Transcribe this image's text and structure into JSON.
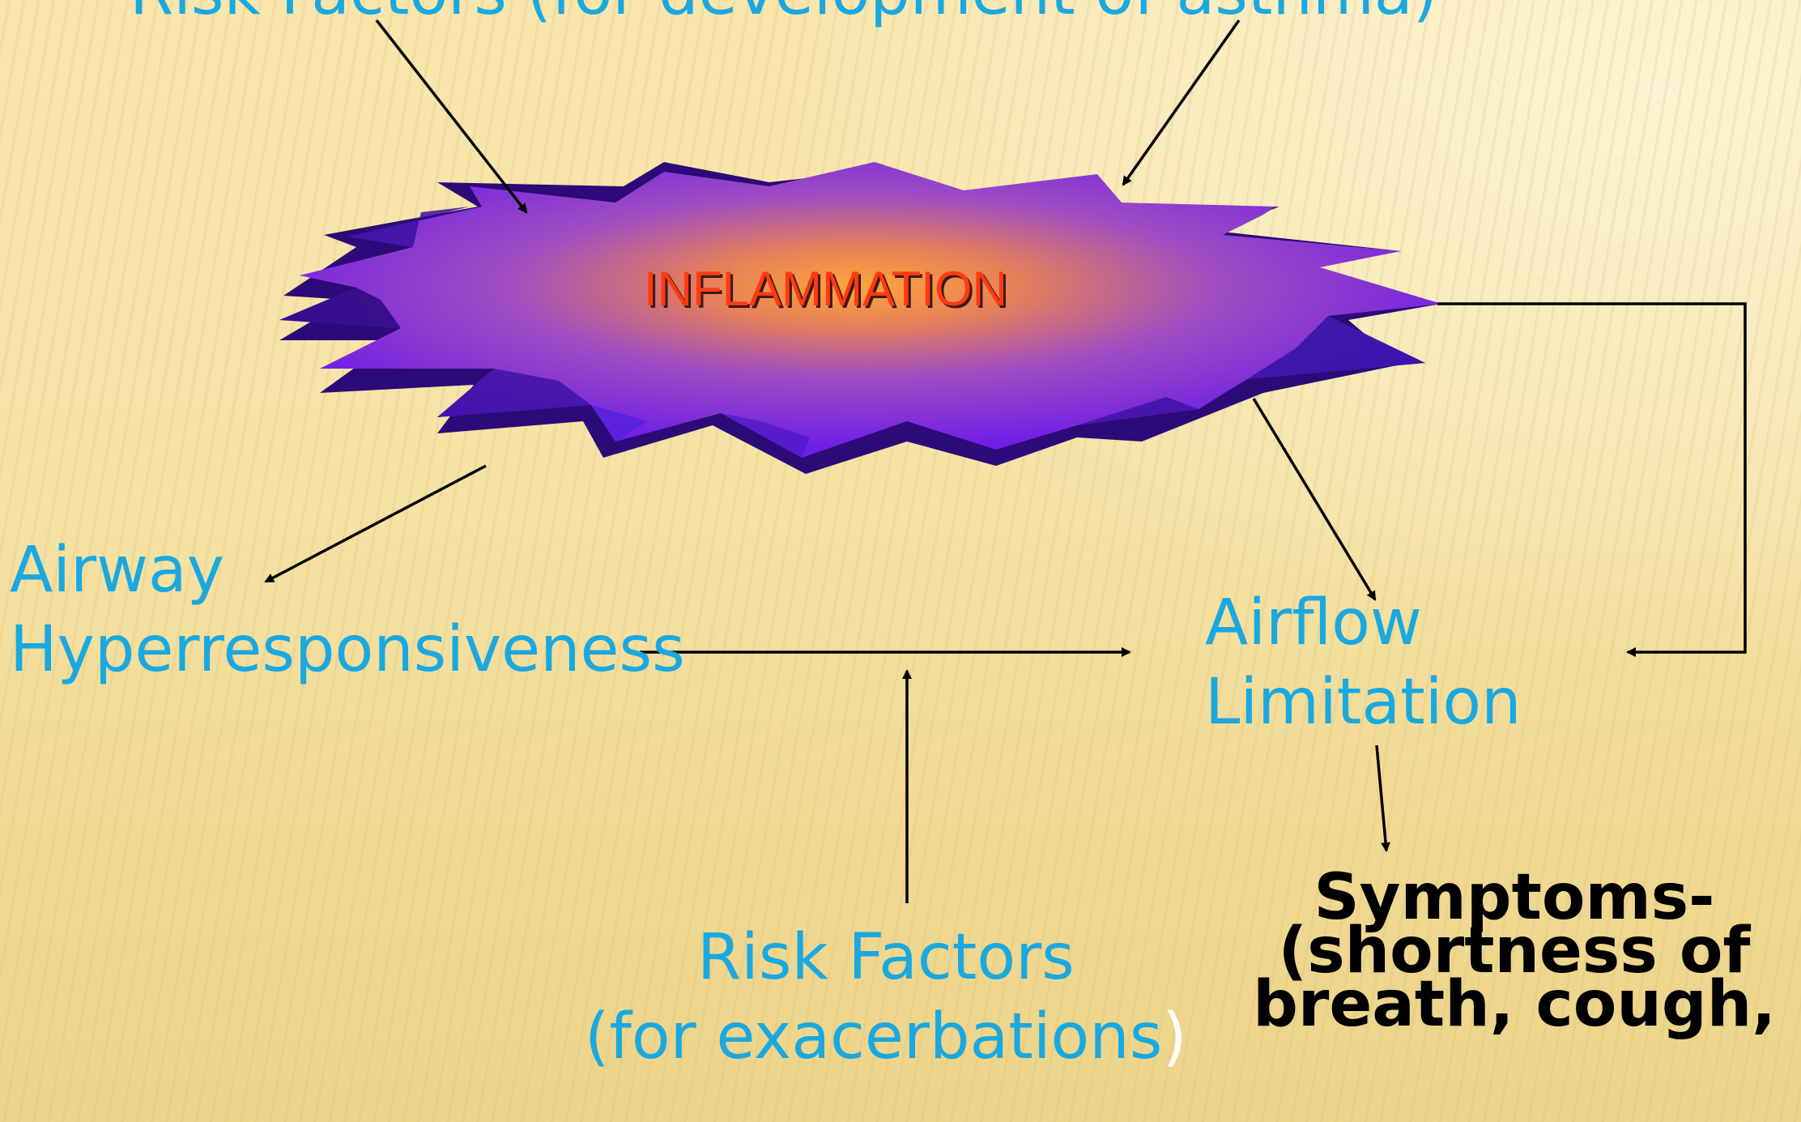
{
  "diagram": {
    "title_top": "Risk Factors (for development of asthma)",
    "center": "INFLAMMATION",
    "airway": [
      "Airway",
      "Hyperresponsiveness"
    ],
    "airflow": [
      "Airflow",
      "Limitation"
    ],
    "risk_exacerbations": {
      "line1": "Risk Factors",
      "line2": "(for exacerbations",
      "line2_close": ")"
    },
    "symptoms": [
      "Symptoms-",
      "(shortness of",
      "breath, cough,"
    ]
  },
  "colors": {
    "label_blue": "#1aa8e0",
    "inflammation_text": "#ff3a10",
    "burst_outer": "#6a1ae0",
    "burst_inner": "#ff9a3a",
    "arrow": "#000000"
  }
}
